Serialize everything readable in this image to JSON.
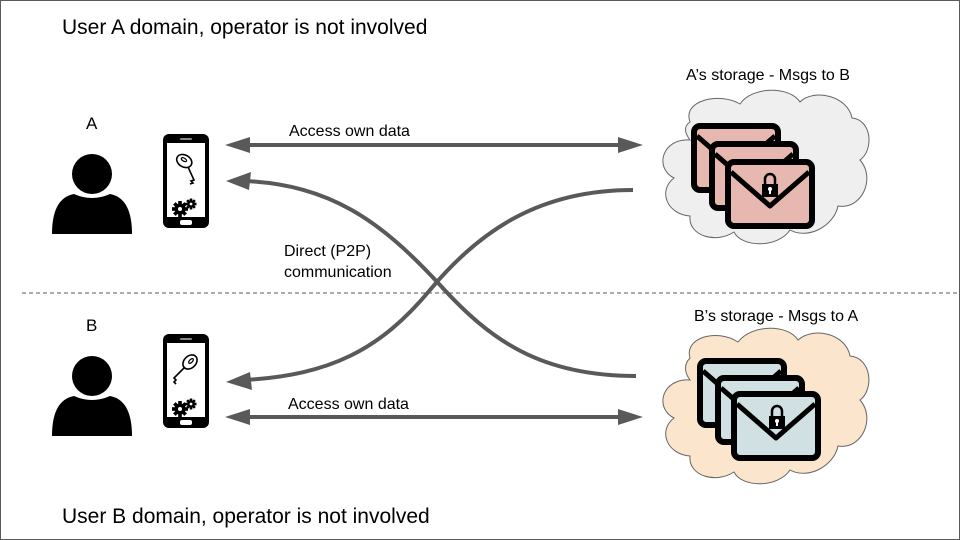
{
  "diagram": {
    "top_domain_title": "User A domain, operator is not involved",
    "bottom_domain_title": "User B domain, operator is not involved",
    "users": [
      {
        "label": "A",
        "device_icons": [
          "key-icon",
          "gears-icon"
        ]
      },
      {
        "label": "B",
        "device_icons": [
          "key-icon",
          "gears-icon"
        ]
      }
    ],
    "storages": [
      {
        "label": "A’s storage - Msgs to B",
        "cloud_color": "#efefef",
        "envelope_color": "#e6b8af",
        "icon": "locked-envelopes-icon"
      },
      {
        "label": "B’s storage - Msgs to A",
        "cloud_color": "#fce5cd",
        "envelope_color": "#d0e0e3",
        "icon": "locked-envelopes-icon"
      }
    ],
    "arrows": {
      "top_access_label": "Access own data",
      "bottom_access_label": "Access own data",
      "p2p_label_line1": "Direct (P2P)",
      "p2p_label_line2": "communication"
    },
    "colors": {
      "arrow": "#595959",
      "divider": "#595959"
    }
  }
}
